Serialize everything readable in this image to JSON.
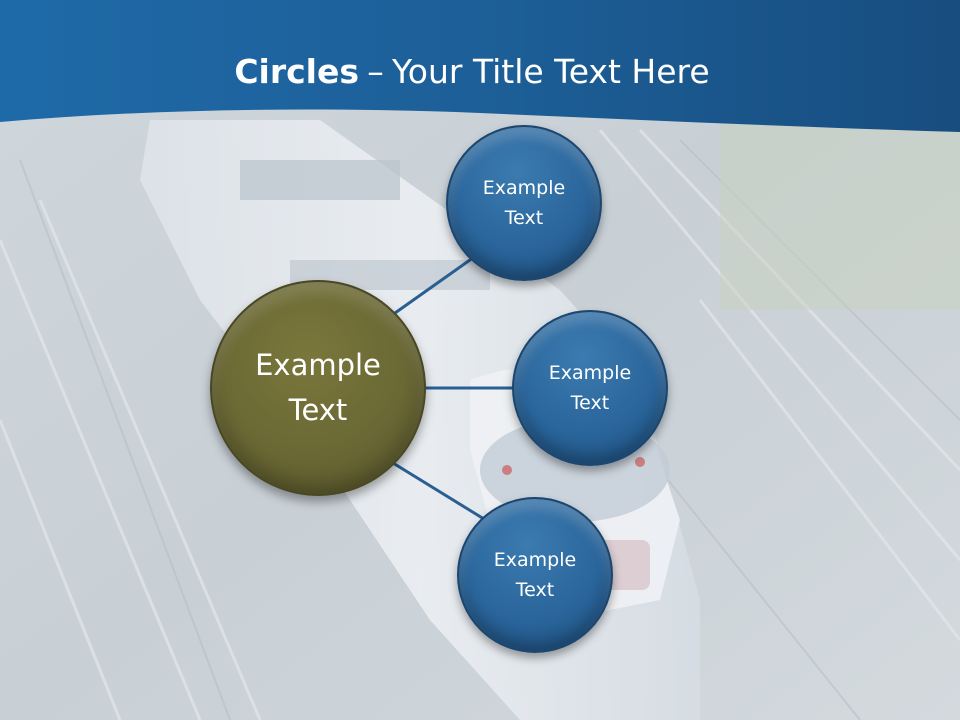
{
  "slide": {
    "title_bold": "Circles",
    "title_dash": "–",
    "title_rest": "Your Title Text Here"
  },
  "diagram": {
    "center": {
      "label": "Example\nText",
      "color": "#6a6834"
    },
    "nodes": [
      {
        "label": "Example\nText",
        "color": "#2a659b"
      },
      {
        "label": "Example\nText",
        "color": "#2a659b"
      },
      {
        "label": "Example\nText",
        "color": "#2a659b"
      }
    ],
    "connector_color": "#2a5f92"
  },
  "theme": {
    "header_color": "#1f5b8f",
    "background_tint": "#c9d2da"
  }
}
